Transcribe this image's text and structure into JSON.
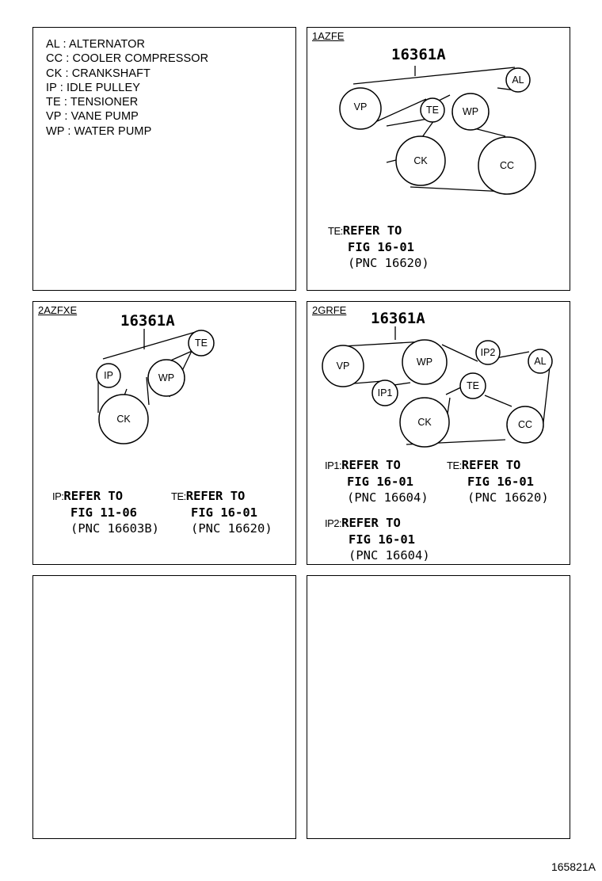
{
  "legend": [
    "AL : ALTERNATOR",
    "CC : COOLER COMPRESSOR",
    "CK : CRANKSHAFT",
    "IP : IDLE PULLEY",
    "TE : TENSIONER",
    "VP : VANE PUMP",
    "WP : WATER PUMP"
  ],
  "panels": {
    "azfe": {
      "engine": "1AZFE",
      "part_number": "16361A",
      "pulleys": {
        "vp": "VP",
        "te": "TE",
        "wp": "WP",
        "al": "AL",
        "ck": "CK",
        "cc": "CC"
      },
      "refs": [
        {
          "prefix": "TE:",
          "line1": "REFER TO",
          "line2": "FIG 16-01",
          "line3": "(PNC 16620)"
        }
      ]
    },
    "azfxe": {
      "engine": "2AZFXE",
      "part_number": "16361A",
      "pulleys": {
        "te": "TE",
        "ip": "IP",
        "wp": "WP",
        "ck": "CK"
      },
      "refs": [
        {
          "prefix": "IP:",
          "line1": "REFER TO",
          "line2": "FIG 11-06",
          "line3": "(PNC 16603B)"
        },
        {
          "prefix": "TE:",
          "line1": "REFER TO",
          "line2": "FIG 16-01",
          "line3": "(PNC 16620)"
        }
      ]
    },
    "grfe": {
      "engine": "2GRFE",
      "part_number": "16361A",
      "pulleys": {
        "vp": "VP",
        "wp": "WP",
        "ip2": "IP2",
        "al": "AL",
        "ip1": "IP1",
        "te": "TE",
        "ck": "CK",
        "cc": "CC"
      },
      "refs": [
        {
          "prefix": "IP1:",
          "line1": "REFER TO",
          "line2": "FIG 16-01",
          "line3": "(PNC 16604)"
        },
        {
          "prefix": "TE:",
          "line1": "REFER TO",
          "line2": "FIG 16-01",
          "line3": "(PNC 16620)"
        },
        {
          "prefix": "IP2:",
          "line1": "REFER TO",
          "line2": "FIG 16-01",
          "line3": "(PNC 16604)"
        }
      ]
    }
  },
  "figure_number": "165821A"
}
